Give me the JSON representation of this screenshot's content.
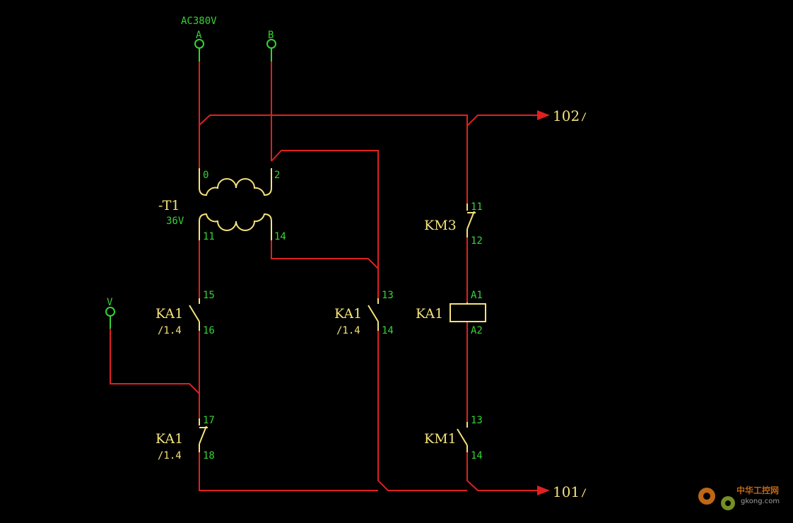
{
  "colors": {
    "background": "#000000",
    "wire": "#e02020",
    "terminal": "#35d335",
    "component": "#f4e27a",
    "watermark": "#e07a1a"
  },
  "supply": {
    "voltage": "AC380V",
    "terminal_a": "A",
    "terminal_b": "B",
    "terminal_v": "V"
  },
  "transformer": {
    "tag": "-T1",
    "secondary_voltage": "36V",
    "primary_left": "0",
    "primary_right": "2",
    "secondary_left": "11",
    "secondary_right": "14"
  },
  "contacts": {
    "ka1_left": {
      "tag": "KA1",
      "ref": "/1.4",
      "pin_top": "15",
      "pin_bottom": "16"
    },
    "ka1_mid": {
      "tag": "KA1",
      "ref": "/1.4",
      "pin_top": "13",
      "pin_bottom": "14"
    },
    "ka1_lower": {
      "tag": "KA1",
      "ref": "/1.4",
      "pin_top": "17",
      "pin_bottom": "18"
    },
    "km3": {
      "tag": "KM3",
      "pin_top": "11",
      "pin_bottom": "12"
    },
    "km1": {
      "tag": "KM1",
      "pin_top": "13",
      "pin_bottom": "14"
    }
  },
  "coil": {
    "tag": "KA1",
    "pin_top": "A1",
    "pin_bottom": "A2"
  },
  "outputs": {
    "upper": "102",
    "upper_mark": "/",
    "lower": "101",
    "lower_mark": "/"
  },
  "watermark": {
    "site_cn": "中华工控网",
    "site_url": "gkong.com"
  }
}
